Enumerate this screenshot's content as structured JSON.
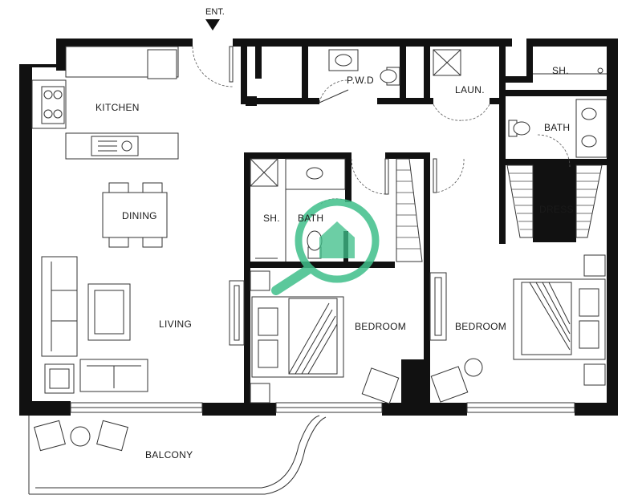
{
  "entrance": {
    "label": "ENT."
  },
  "rooms": {
    "kitchen": "KITCHEN",
    "pwd": "P.W.D",
    "laundry": "LAUN.",
    "shower_master": "SH.",
    "bath_master": "BATH",
    "dining": "DINING",
    "shower_2": "SH.",
    "bath_2": "BATH",
    "dress": "DRESS",
    "living": "LIVING",
    "bedroom_1": "BEDROOM",
    "bedroom_2": "BEDROOM",
    "balcony": "BALCONY"
  },
  "colors": {
    "wall": "#111111",
    "line": "#333333",
    "watermark": "#3fbf8a"
  },
  "watermark": {
    "icon": "magnifier-house-icon"
  }
}
